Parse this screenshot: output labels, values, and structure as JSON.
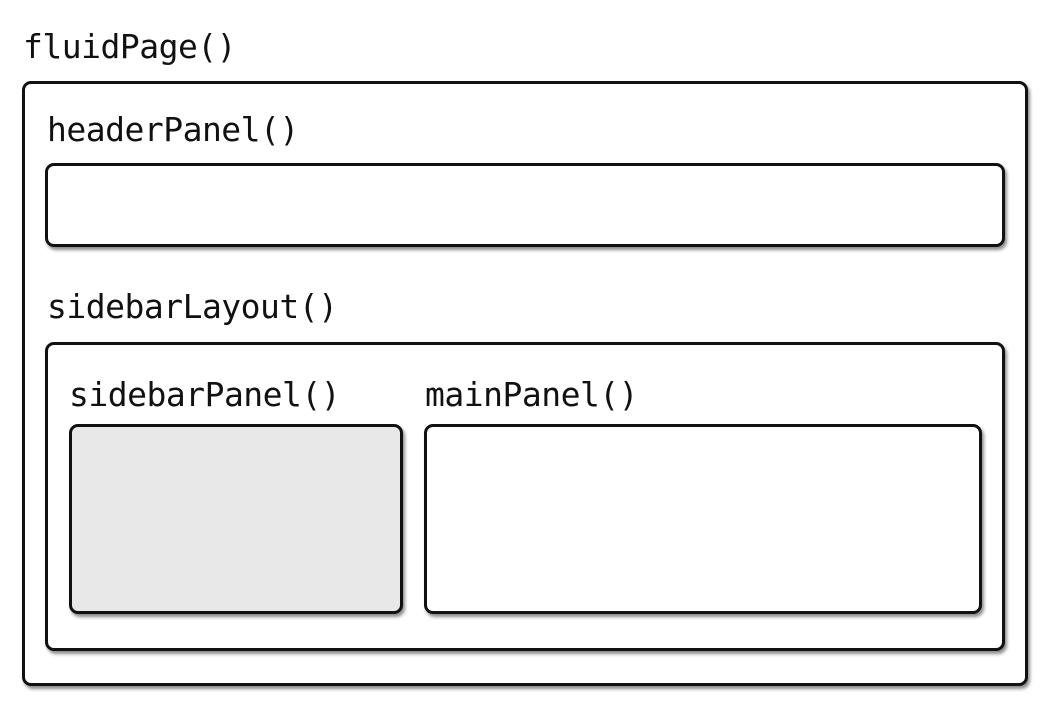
{
  "diagram": {
    "fluid_page_label": "fluidPage()",
    "header_panel_label": "headerPanel()",
    "sidebar_layout_label": "sidebarLayout()",
    "sidebar_panel_label": "sidebarPanel()",
    "main_panel_label": "mainPanel()"
  },
  "colors": {
    "border": "#111111",
    "sidebar_fill": "#e8e8e8",
    "panel_fill": "#ffffff"
  }
}
